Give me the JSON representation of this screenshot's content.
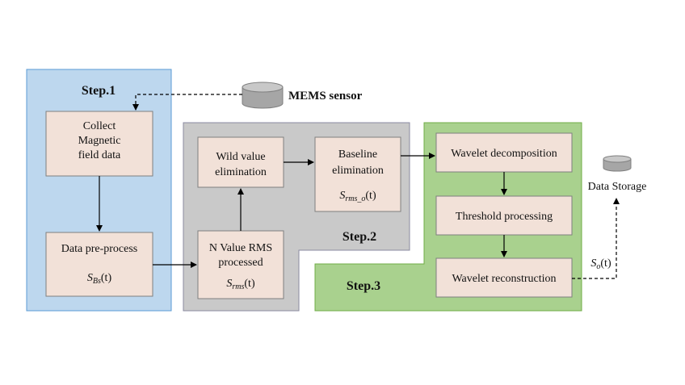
{
  "sensor": {
    "label": "MEMS sensor"
  },
  "storage": {
    "label": "Data Storage"
  },
  "steps": {
    "step1": "Step.1",
    "step2": "Step.2",
    "step3": "Step.3"
  },
  "boxes": {
    "collect": [
      "Collect",
      "Magnetic",
      "field data"
    ],
    "preprocess": {
      "title": "Data pre-process",
      "sym": "S",
      "sub": "Bs",
      "arg": "(t)"
    },
    "wild": [
      "Wild value",
      "elimination"
    ],
    "rms": {
      "lines": [
        "N Value RMS",
        "processed"
      ],
      "sym": "S",
      "sub": "rms",
      "arg": "(t)"
    },
    "baseline": {
      "lines": [
        "Baseline",
        "elimination"
      ],
      "sym": "S",
      "sub": "rms_o",
      "arg": "(t)"
    },
    "decomp": "Wavelet decomposition",
    "threshold": "Threshold processing",
    "recon": "Wavelet reconstruction"
  },
  "output_signal": {
    "sym": "S",
    "sub": "o",
    "arg": "(t)"
  },
  "colors": {
    "step1_bg": "#bdd7ee",
    "step1_border": "#5b9bd5",
    "step2_bg": "#c9c9c9",
    "step2_border": "#8a8aa0",
    "step3_bg": "#a9d18e",
    "step3_border": "#70ad47",
    "box_fill": "#f2e1d8",
    "box_border": "#7f7f7f",
    "db_fill": "#a6a6a6"
  }
}
